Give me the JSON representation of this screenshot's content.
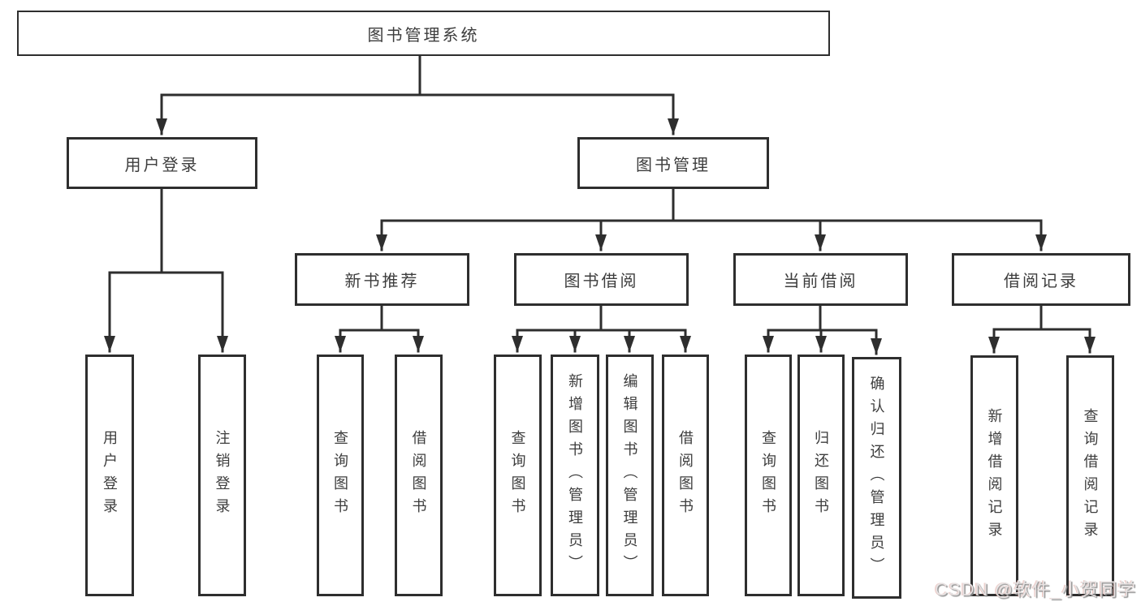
{
  "diagram_title": "图书管理系统",
  "colors": {
    "line": "#2e2e2e",
    "box_fill": "#ffffff",
    "text": "#3d3d3d",
    "watermark_text": "#e7e2e2"
  },
  "tree": {
    "root": {
      "label": "图书管理系统",
      "children": [
        {
          "label": "用户登录",
          "children": [
            {
              "label": "用户登录"
            },
            {
              "label": "注销登录"
            }
          ]
        },
        {
          "label": "图书管理",
          "children": [
            {
              "label": "新书推荐",
              "children": [
                {
                  "label": "查询图书"
                },
                {
                  "label": "借阅图书"
                }
              ]
            },
            {
              "label": "图书借阅",
              "children": [
                {
                  "label": "查询图书"
                },
                {
                  "label": "新增图书（管理员）"
                },
                {
                  "label": "编辑图书（管理员）"
                },
                {
                  "label": "借阅图书"
                }
              ]
            },
            {
              "label": "当前借阅",
              "children": [
                {
                  "label": "查询图书"
                },
                {
                  "label": "归还图书"
                },
                {
                  "label": "确认归还（管理员）"
                }
              ]
            },
            {
              "label": "借阅记录",
              "children": [
                {
                  "label": "新增借阅记录"
                },
                {
                  "label": "查询借阅记录"
                }
              ]
            }
          ]
        }
      ]
    }
  },
  "watermark": {
    "text": "CSDN @软件_小贺同学"
  }
}
